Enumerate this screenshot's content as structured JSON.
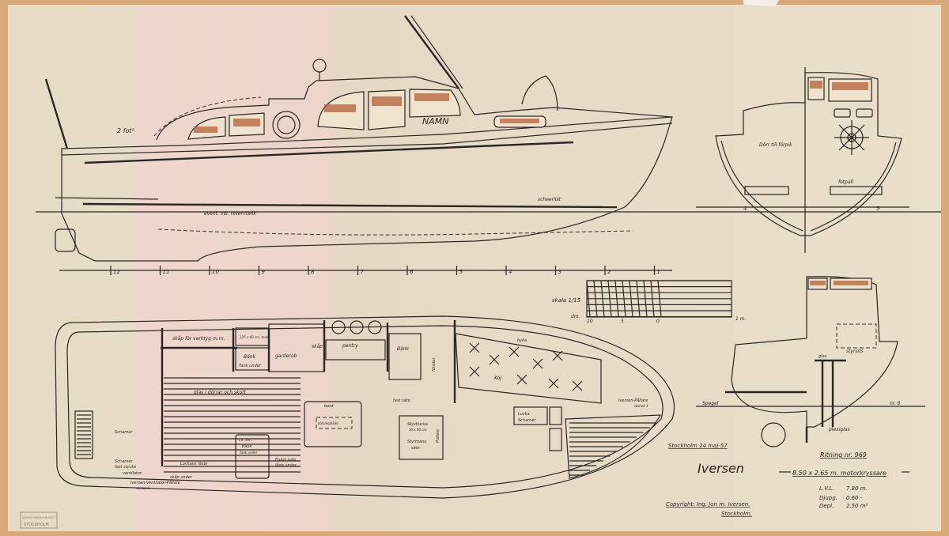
{
  "drawing": {
    "boat_name": "NAMN",
    "profile_labels": {
      "pencil_note": "2 fot²",
      "fuel_tank": "event. vol. reservtank",
      "rail": "scheerlist",
      "stations": [
        "12",
        "11",
        "10",
        "9",
        "8",
        "7",
        "6",
        "5",
        "4",
        "3",
        "2",
        "1"
      ]
    },
    "section_labels": {
      "door": "Dörr till förpik",
      "foot_rest": "fotpall",
      "station_left": "4",
      "station_right": "5",
      "cockpit_seat": "styrsits",
      "glass": "glas",
      "plexi": "plexiglas",
      "mirror": "Spegel",
      "frame_no": "nr. 8"
    },
    "scale": {
      "label": "skala 1/15",
      "unit_left": "dm.",
      "unit_right": "1 m.",
      "ticks": [
        "10",
        "5",
        "0"
      ]
    },
    "plan_labels": {
      "locker_tools": "skåp för verktyg m.m.",
      "bench_tank_1": "Bänk",
      "tank_under_1": "Tank under",
      "tank_spec_1": "125 x 40 cm. tank",
      "wardrobe": "garderob",
      "locker": "skåp",
      "pantry": "pentry",
      "bench": "Bänk",
      "glass_doors": "glas i dörrar och skott",
      "fixed_seat": "fast säte",
      "table": "bord",
      "sofa_berth": "sofa/kojbädd",
      "shelf_1": "Skjutlucka",
      "shelf_2": "50 x 40 cm.",
      "helm_seat_1": "Styrmans",
      "helm_seat_2": "säte",
      "shelf": "hylla",
      "berth": "Koj",
      "anchor": "Iversen-Pållare",
      "anchor_sub": "storlek 1",
      "trim_1": "Lucka",
      "trim_2": "Scharnér",
      "single_sofa_1": "Enkel sofa",
      "single_sofa_2": "låda under",
      "locker_under": "skåp under",
      "hatch_fixed": "Luckans fäste",
      "hinge_left": "Scharnér",
      "hinge_fixed_1": "Scharnér",
      "hinge_fixed_2": "fast stycke",
      "ventilation": "ventilator",
      "iversen_vent": "Iversen-Ventilator-Pållare",
      "iversen_vent_sub": "storlek II",
      "toilet_1": "Ca. 3/4 l.",
      "toilet_2": "Bänk",
      "toilet_3": "Tank under",
      "cupboard": "fönster",
      "side_note": "Pollare"
    },
    "title_block": {
      "place_date": "Stockholm 24 maj-57",
      "signature": "Iversen",
      "drawing_no": "Ritning nr. 969",
      "title": "8.50 x 2.65 m. motorkryssare",
      "specs": [
        {
          "label": "L.V.L.",
          "value": "7.80 m."
        },
        {
          "label": "Djupg.",
          "value": "0.60 -"
        },
        {
          "label": "Depl.",
          "value": "2.50 m³"
        }
      ],
      "copyright": "Copyright: Ing. Jon m. Iversen.",
      "city": "Stockholm.",
      "stamp_top": "SJÖHISTORISKA MUSEET",
      "stamp_bottom": "STOCKHOLM"
    }
  }
}
